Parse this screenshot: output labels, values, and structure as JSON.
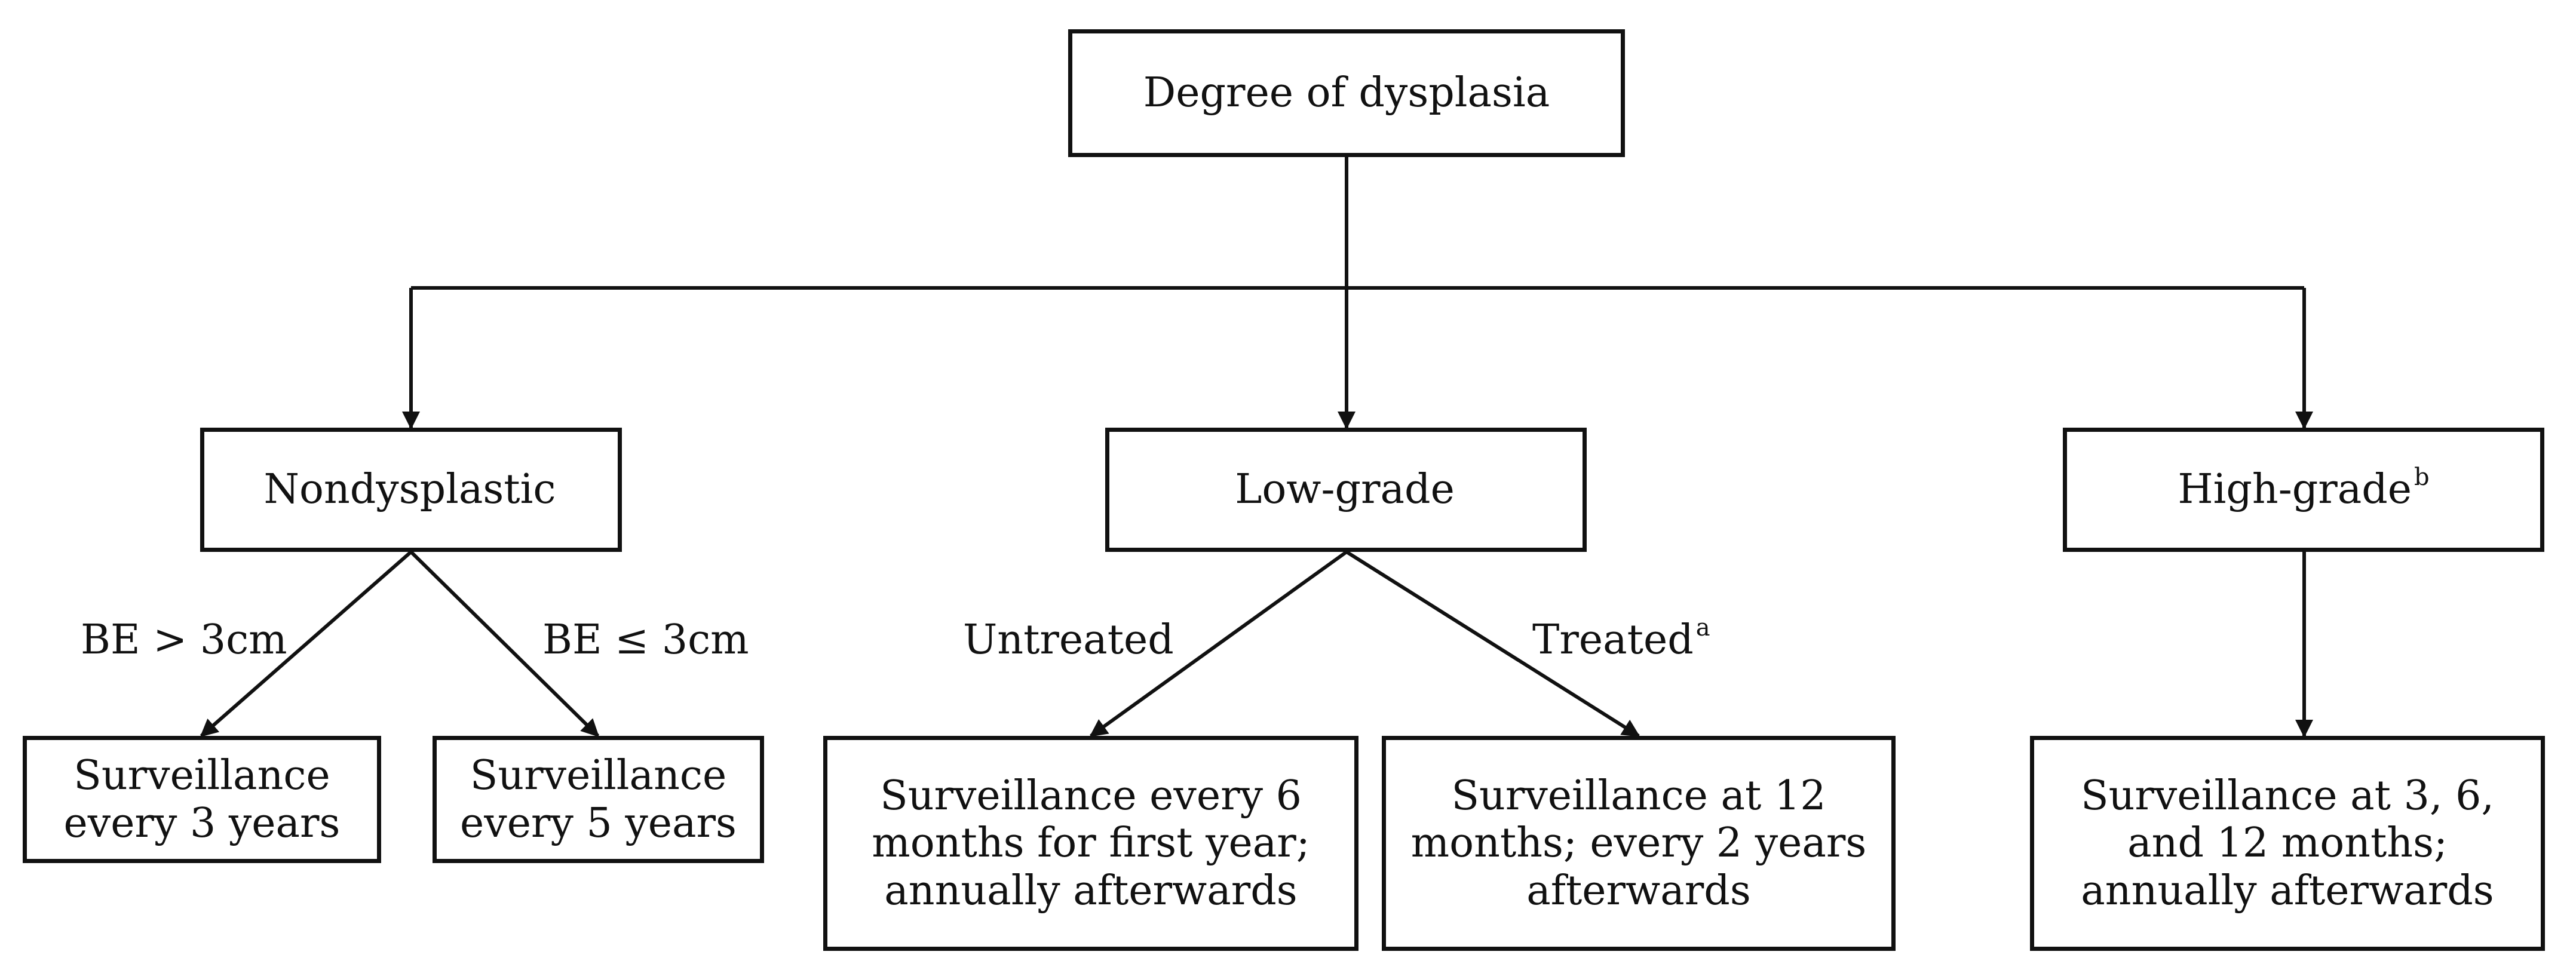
{
  "diagram": {
    "root": {
      "label": "Degree of dysplasia"
    },
    "categories": [
      {
        "label": "Nondysplastic",
        "superscript": "",
        "branches": [
          {
            "condition": "BE > 3cm",
            "condition_superscript": "",
            "outcome": "Surveillance\nevery 3 years"
          },
          {
            "condition": "BE ≤ 3cm",
            "condition_superscript": "",
            "outcome": "Surveillance\nevery 5 years"
          }
        ]
      },
      {
        "label": "Low-grade",
        "superscript": "",
        "branches": [
          {
            "condition": "Untreated",
            "condition_superscript": "",
            "outcome": "Surveillance every 6\nmonths for first year;\nannually afterwards"
          },
          {
            "condition": "Treated",
            "condition_superscript": "a",
            "outcome": "Surveillance at 12\nmonths; every 2 years\nafterwards"
          }
        ]
      },
      {
        "label": "High-grade",
        "superscript": "b",
        "branches": [
          {
            "condition": "",
            "condition_superscript": "",
            "outcome": "Surveillance at 3, 6,\nand 12 months;\nannually afterwards"
          }
        ]
      }
    ],
    "colors": {
      "line": "#111111",
      "box_fill": "#ffffff",
      "text": "#111111"
    }
  }
}
